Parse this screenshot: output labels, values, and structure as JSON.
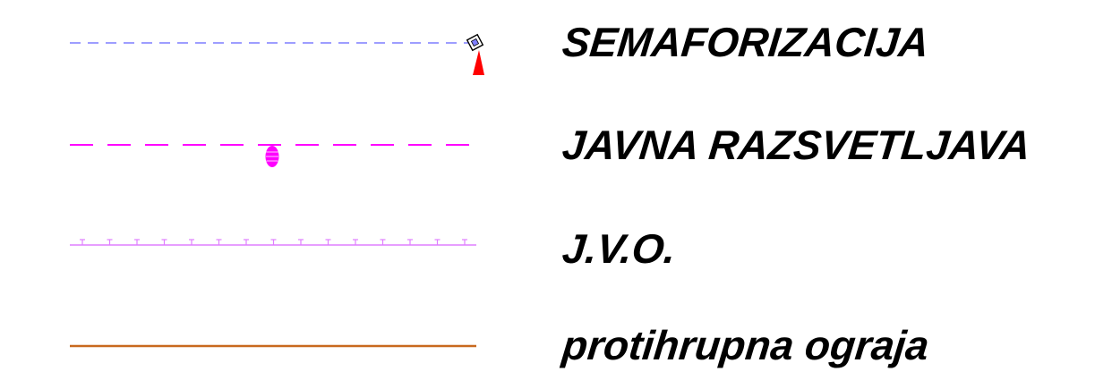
{
  "legend": {
    "items": [
      {
        "label": "SEMAFORIZACIJA",
        "line_style": "dashed",
        "color": "#7f7fff",
        "symbol": "traffic-signal-icon",
        "symbol_color": "#ff0000"
      },
      {
        "label": "JAVNA RAZSVETLJAVA",
        "line_style": "long-dashed",
        "color": "#ff00ff",
        "symbol": "street-light-icon"
      },
      {
        "label": "J.V.O.",
        "line_style": "solid-with-ticks",
        "color": "#df7fff"
      },
      {
        "label": "protihrupna ograja",
        "line_style": "solid",
        "color": "#c8691e"
      }
    ]
  }
}
